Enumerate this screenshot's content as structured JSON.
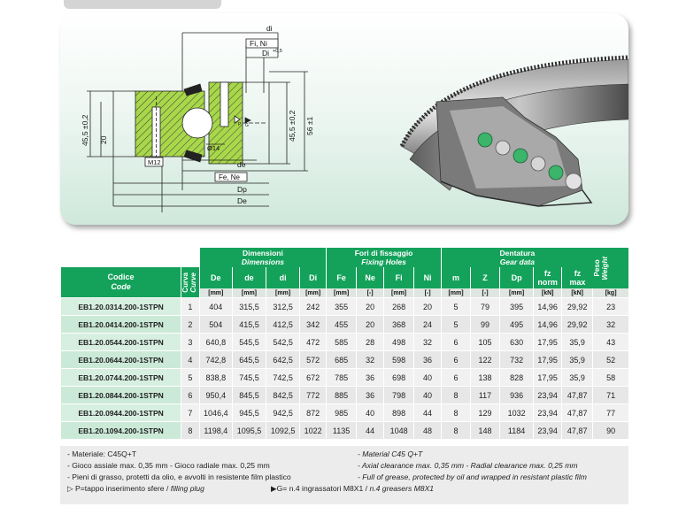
{
  "drawing": {
    "labels": {
      "di": "di",
      "fi_ni": "Fi, Ni",
      "Di": "Di",
      "Di_tol": "+0,5",
      "h1": "45,5 ±0,2",
      "h2": "20",
      "m12": "M12",
      "o14": "Ø14",
      "de": "de",
      "fe_ne": "Fe, Ne",
      "Dp": "Dp",
      "De": "De",
      "h3": "45,5 ±0,2",
      "h4": "56 ±1",
      "p_mark": "P",
      "g_mark": "G"
    }
  },
  "table": {
    "groups": {
      "dimensioni": "Dimensioni",
      "dimensions": "Dimensions",
      "fori": "Fori di fissaggio",
      "fixing": "Fixing Holes",
      "dentatura": "Dentatura",
      "gear": "Gear data"
    },
    "code_head": "Codice",
    "code_head_en": "Code",
    "curve_head": "Curva",
    "curve_head_en": "Curve",
    "peso_head": "Peso",
    "peso_head_en": "Weight",
    "columns": [
      "De",
      "de",
      "di",
      "Di",
      "Fe",
      "Ne",
      "Fi",
      "Ni",
      "m",
      "Z",
      "Dp",
      "fz\nnorm",
      "fz\nmax"
    ],
    "units": [
      "[mm]",
      "[mm]",
      "[mm]",
      "[mm]",
      "[mm]",
      "[-]",
      "[mm]",
      "[-]",
      "[mm]",
      "[-]",
      "[mm]",
      "[kN]",
      "[kN]",
      "[kg]"
    ],
    "rows": [
      [
        "EB1.20.0314.200-1STPN",
        "1",
        "404",
        "315,5",
        "312,5",
        "242",
        "355",
        "20",
        "268",
        "20",
        "5",
        "79",
        "395",
        "14,96",
        "29,92",
        "23"
      ],
      [
        "EB1.20.0414.200-1STPN",
        "2",
        "504",
        "415,5",
        "412,5",
        "342",
        "455",
        "20",
        "368",
        "24",
        "5",
        "99",
        "495",
        "14,96",
        "29,92",
        "32"
      ],
      [
        "EB1.20.0544.200-1STPN",
        "3",
        "640,8",
        "545,5",
        "542,5",
        "472",
        "585",
        "28",
        "498",
        "32",
        "6",
        "105",
        "630",
        "17,95",
        "35,9",
        "43"
      ],
      [
        "EB1.20.0644.200-1STPN",
        "4",
        "742,8",
        "645,5",
        "642,5",
        "572",
        "685",
        "32",
        "598",
        "36",
        "6",
        "122",
        "732",
        "17,95",
        "35,9",
        "52"
      ],
      [
        "EB1.20.0744.200-1STPN",
        "5",
        "838,8",
        "745,5",
        "742,5",
        "672",
        "785",
        "36",
        "698",
        "40",
        "6",
        "138",
        "828",
        "17,95",
        "35,9",
        "58"
      ],
      [
        "EB1.20.0844.200-1STPN",
        "6",
        "950,4",
        "845,5",
        "842,5",
        "772",
        "885",
        "36",
        "798",
        "40",
        "8",
        "117",
        "936",
        "23,94",
        "47,87",
        "71"
      ],
      [
        "EB1.20.0944.200-1STPN",
        "7",
        "1046,4",
        "945,5",
        "942,5",
        "872",
        "985",
        "40",
        "898",
        "44",
        "8",
        "129",
        "1032",
        "23,94",
        "47,87",
        "77"
      ],
      [
        "EB1.20.1094.200-1STPN",
        "8",
        "1198,4",
        "1095,5",
        "1092,5",
        "1022",
        "1135",
        "44",
        "1048",
        "48",
        "8",
        "148",
        "1184",
        "23,94",
        "47,87",
        "90"
      ]
    ]
  },
  "notes": {
    "n1": "- Materiale: C45Q+T",
    "n1_en": "- Material C45 Q+T",
    "n2": "- Gioco assiale max. 0,35 mm - Gioco radiale max. 0,25 mm",
    "n2_en": "- Axial clearance max. 0,35 mm - Radial clearance max. 0,25 mm",
    "n3": "- Pieni di grasso, protetti da olio, e avvolti in resistente film plastico",
    "n3_en": "- Full of grease, protected by oil and wrapped in resistant plastic film",
    "n4_a": "▷ P=tappo  inserimento sfere / ",
    "n4_b": "filling plug",
    "n5_a": "▶G= n.4 ingrassatori M8X1 / ",
    "n5_b": "n.4 greasers M8X1"
  },
  "colors": {
    "accent": "#14a25b",
    "drawing_green": "#a8d84a"
  }
}
